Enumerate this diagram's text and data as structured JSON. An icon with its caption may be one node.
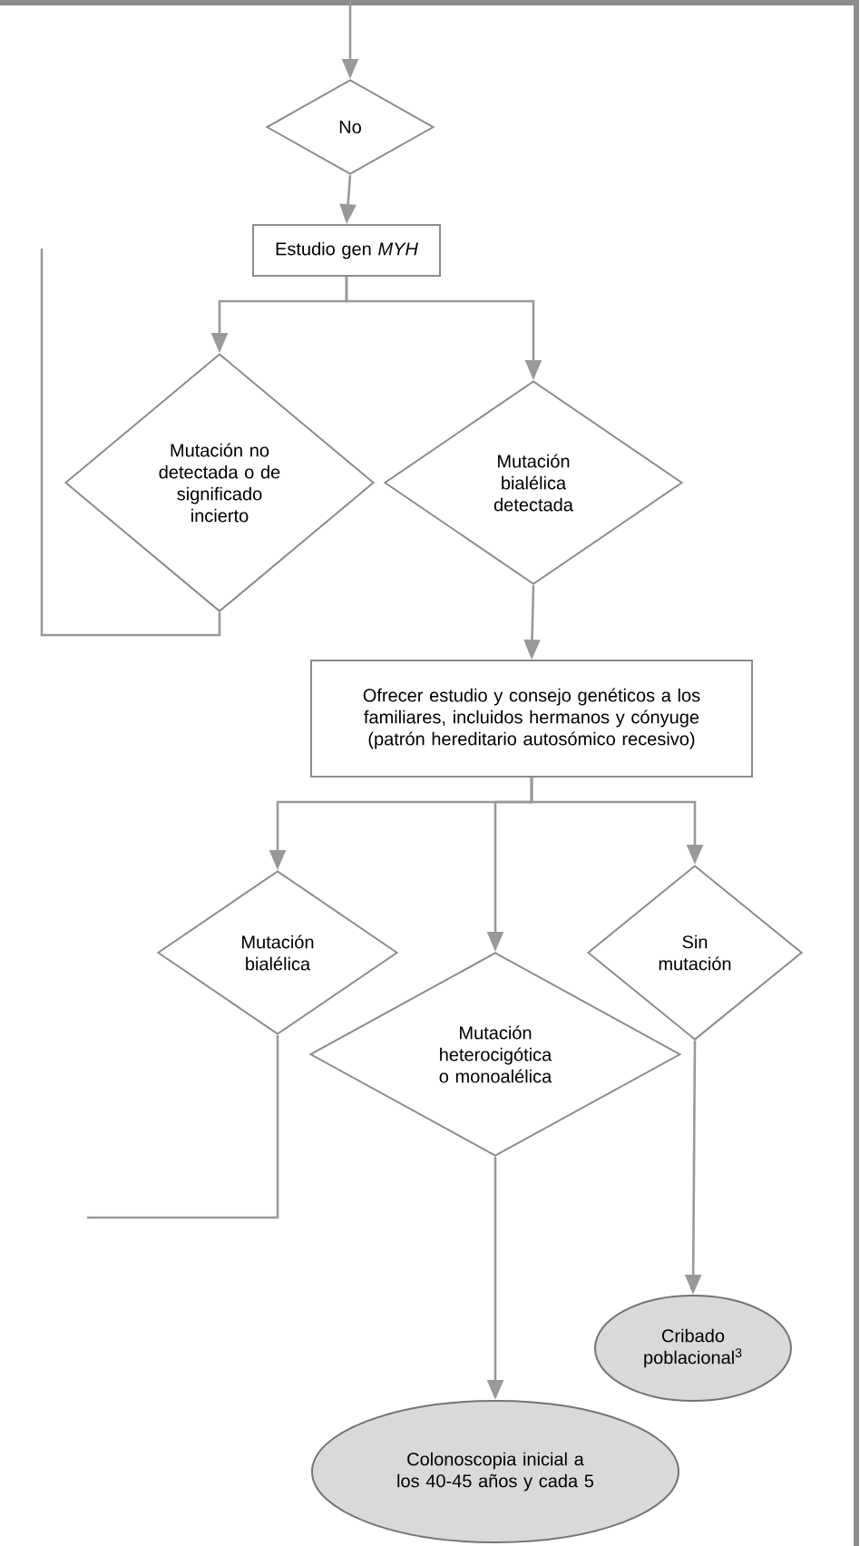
{
  "diagram": {
    "nodes": [
      {
        "text": [
          "No"
        ]
      },
      {
        "text": [
          "Estudio gen *MYH*"
        ]
      },
      {
        "text": [
          "Mutación no detectada o de significado incierto"
        ]
      },
      {
        "text": [
          "Mutación bialélica detectada"
        ]
      },
      {
        "text": [
          "Ofrecer estudio y consejo genéticos a los familiares, incluidos hermanos y cónyuge (patrón hereditario autosómico recesivo)"
        ]
      },
      {
        "text": [
          "Mutación bialélica"
        ]
      },
      {
        "text": [
          "Mutación heterocigótica o monoalélica"
        ]
      },
      {
        "text": [
          "Sin mutación"
        ]
      },
      {
        "text": [
          "Cribado poblacional$^{3}$"
        ]
      },
      {
        "text": [
          "Colonoscopia inicial a los 40-45 años y cada 5"
        ]
      }
    ],
    "edges": [
      {
        "from": null,
        "to": 0,
        "arrow": "to"
      },
      {
        "from": 0,
        "to": 1,
        "arrow": "to"
      },
      {
        "from": 1,
        "to": 2,
        "arrow": "to"
      },
      {
        "from": 1,
        "to": 3,
        "arrow": "to"
      },
      {
        "from": 2,
        "to": null,
        "arrow": "none"
      },
      {
        "from": 3,
        "to": 4,
        "arrow": "to"
      },
      {
        "from": 4,
        "to": 5,
        "arrow": "to"
      },
      {
        "from": 4,
        "to": 6,
        "arrow": "to"
      },
      {
        "from": 4,
        "to": 7,
        "arrow": "to"
      },
      {
        "from": 5,
        "to": null,
        "arrow": "none"
      },
      {
        "from": 6,
        "to": 9,
        "arrow": "to"
      },
      {
        "from": 7,
        "to": 8,
        "arrow": "to"
      }
    ]
  }
}
